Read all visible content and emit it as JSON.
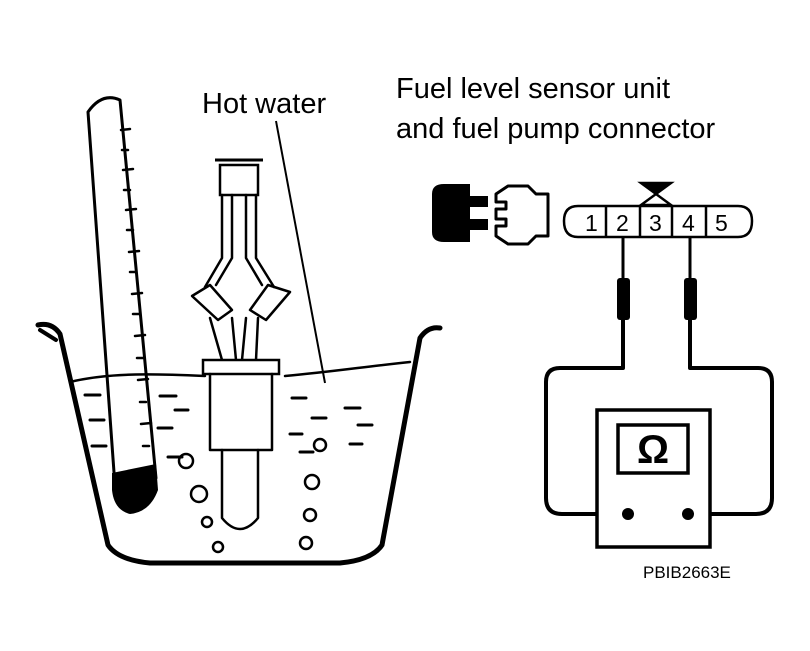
{
  "labels": {
    "hot_water": "Hot water",
    "connector_line1": "Fuel level sensor unit",
    "connector_line2": "and fuel pump connector",
    "figure_code": "PBIB2663E",
    "ohm_symbol": "Ω"
  },
  "connector_pins": [
    "1",
    "2",
    "3",
    "4",
    "5"
  ],
  "probe_pins": [
    "2",
    "4"
  ],
  "colors": {
    "line": "#000000",
    "background": "#ffffff"
  }
}
